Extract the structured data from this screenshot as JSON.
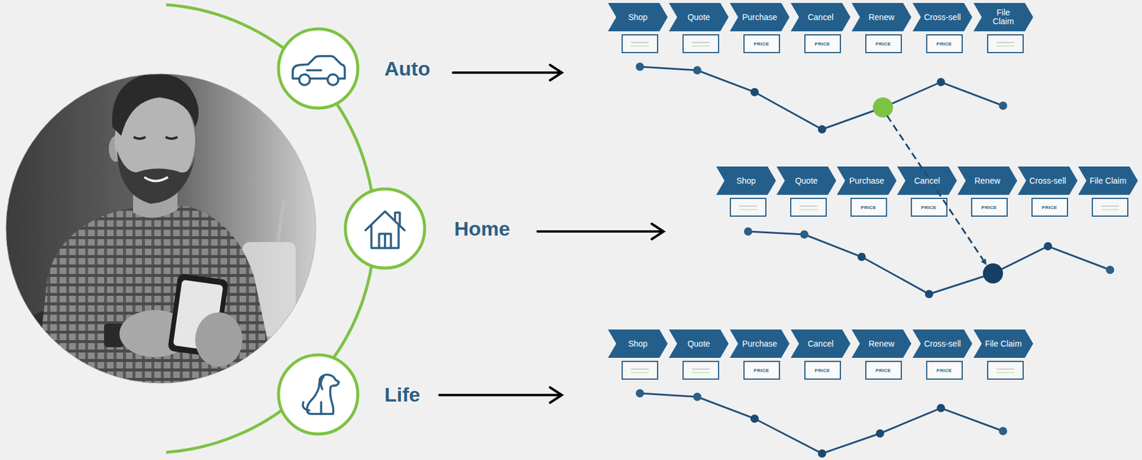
{
  "diagram": {
    "nodes": [
      {
        "text": [
          "Auto"
        ]
      },
      {
        "text": [
          "Shop"
        ]
      },
      {
        "text": [
          "Quote"
        ]
      },
      {
        "text": [
          "Purchase"
        ]
      },
      {
        "text": [
          "Cancel"
        ]
      },
      {
        "text": [
          "Renew"
        ]
      },
      {
        "text": [
          "Cross-sell"
        ]
      },
      {
        "text": [
          "File Claim"
        ]
      },
      {
        "text": [
          "PRICE"
        ]
      },
      {
        "text": [
          "PRICE"
        ]
      },
      {
        "text": [
          "PRICE"
        ]
      },
      {
        "text": [
          "PRICE"
        ]
      },
      {
        "text": [
          "Home"
        ]
      },
      {
        "text": [
          "Shop"
        ]
      },
      {
        "text": [
          "Quote"
        ]
      },
      {
        "text": [
          "Purchase"
        ]
      },
      {
        "text": [
          "Cancel"
        ]
      },
      {
        "text": [
          "Renew"
        ]
      },
      {
        "text": [
          "Cross-sell"
        ]
      },
      {
        "text": [
          "File Claim"
        ]
      },
      {
        "text": [
          "PRICE"
        ]
      },
      {
        "text": [
          "PRICE"
        ]
      },
      {
        "text": [
          "PRICE"
        ]
      },
      {
        "text": [
          "PRICE"
        ]
      },
      {
        "text": [
          "Life"
        ]
      },
      {
        "text": [
          "Shop"
        ]
      },
      {
        "text": [
          "Quote"
        ]
      },
      {
        "text": [
          "Purchase"
        ]
      },
      {
        "text": [
          "Cancel"
        ]
      },
      {
        "text": [
          "Renew"
        ]
      },
      {
        "text": [
          "Cross-sell"
        ]
      },
      {
        "text": [
          "File Claim"
        ]
      },
      {
        "text": [
          "PRICE"
        ]
      },
      {
        "text": [
          "PRICE"
        ]
      },
      {
        "text": [
          "PRICE"
        ]
      },
      {
        "text": [
          "PRICE"
        ]
      }
    ]
  }
}
